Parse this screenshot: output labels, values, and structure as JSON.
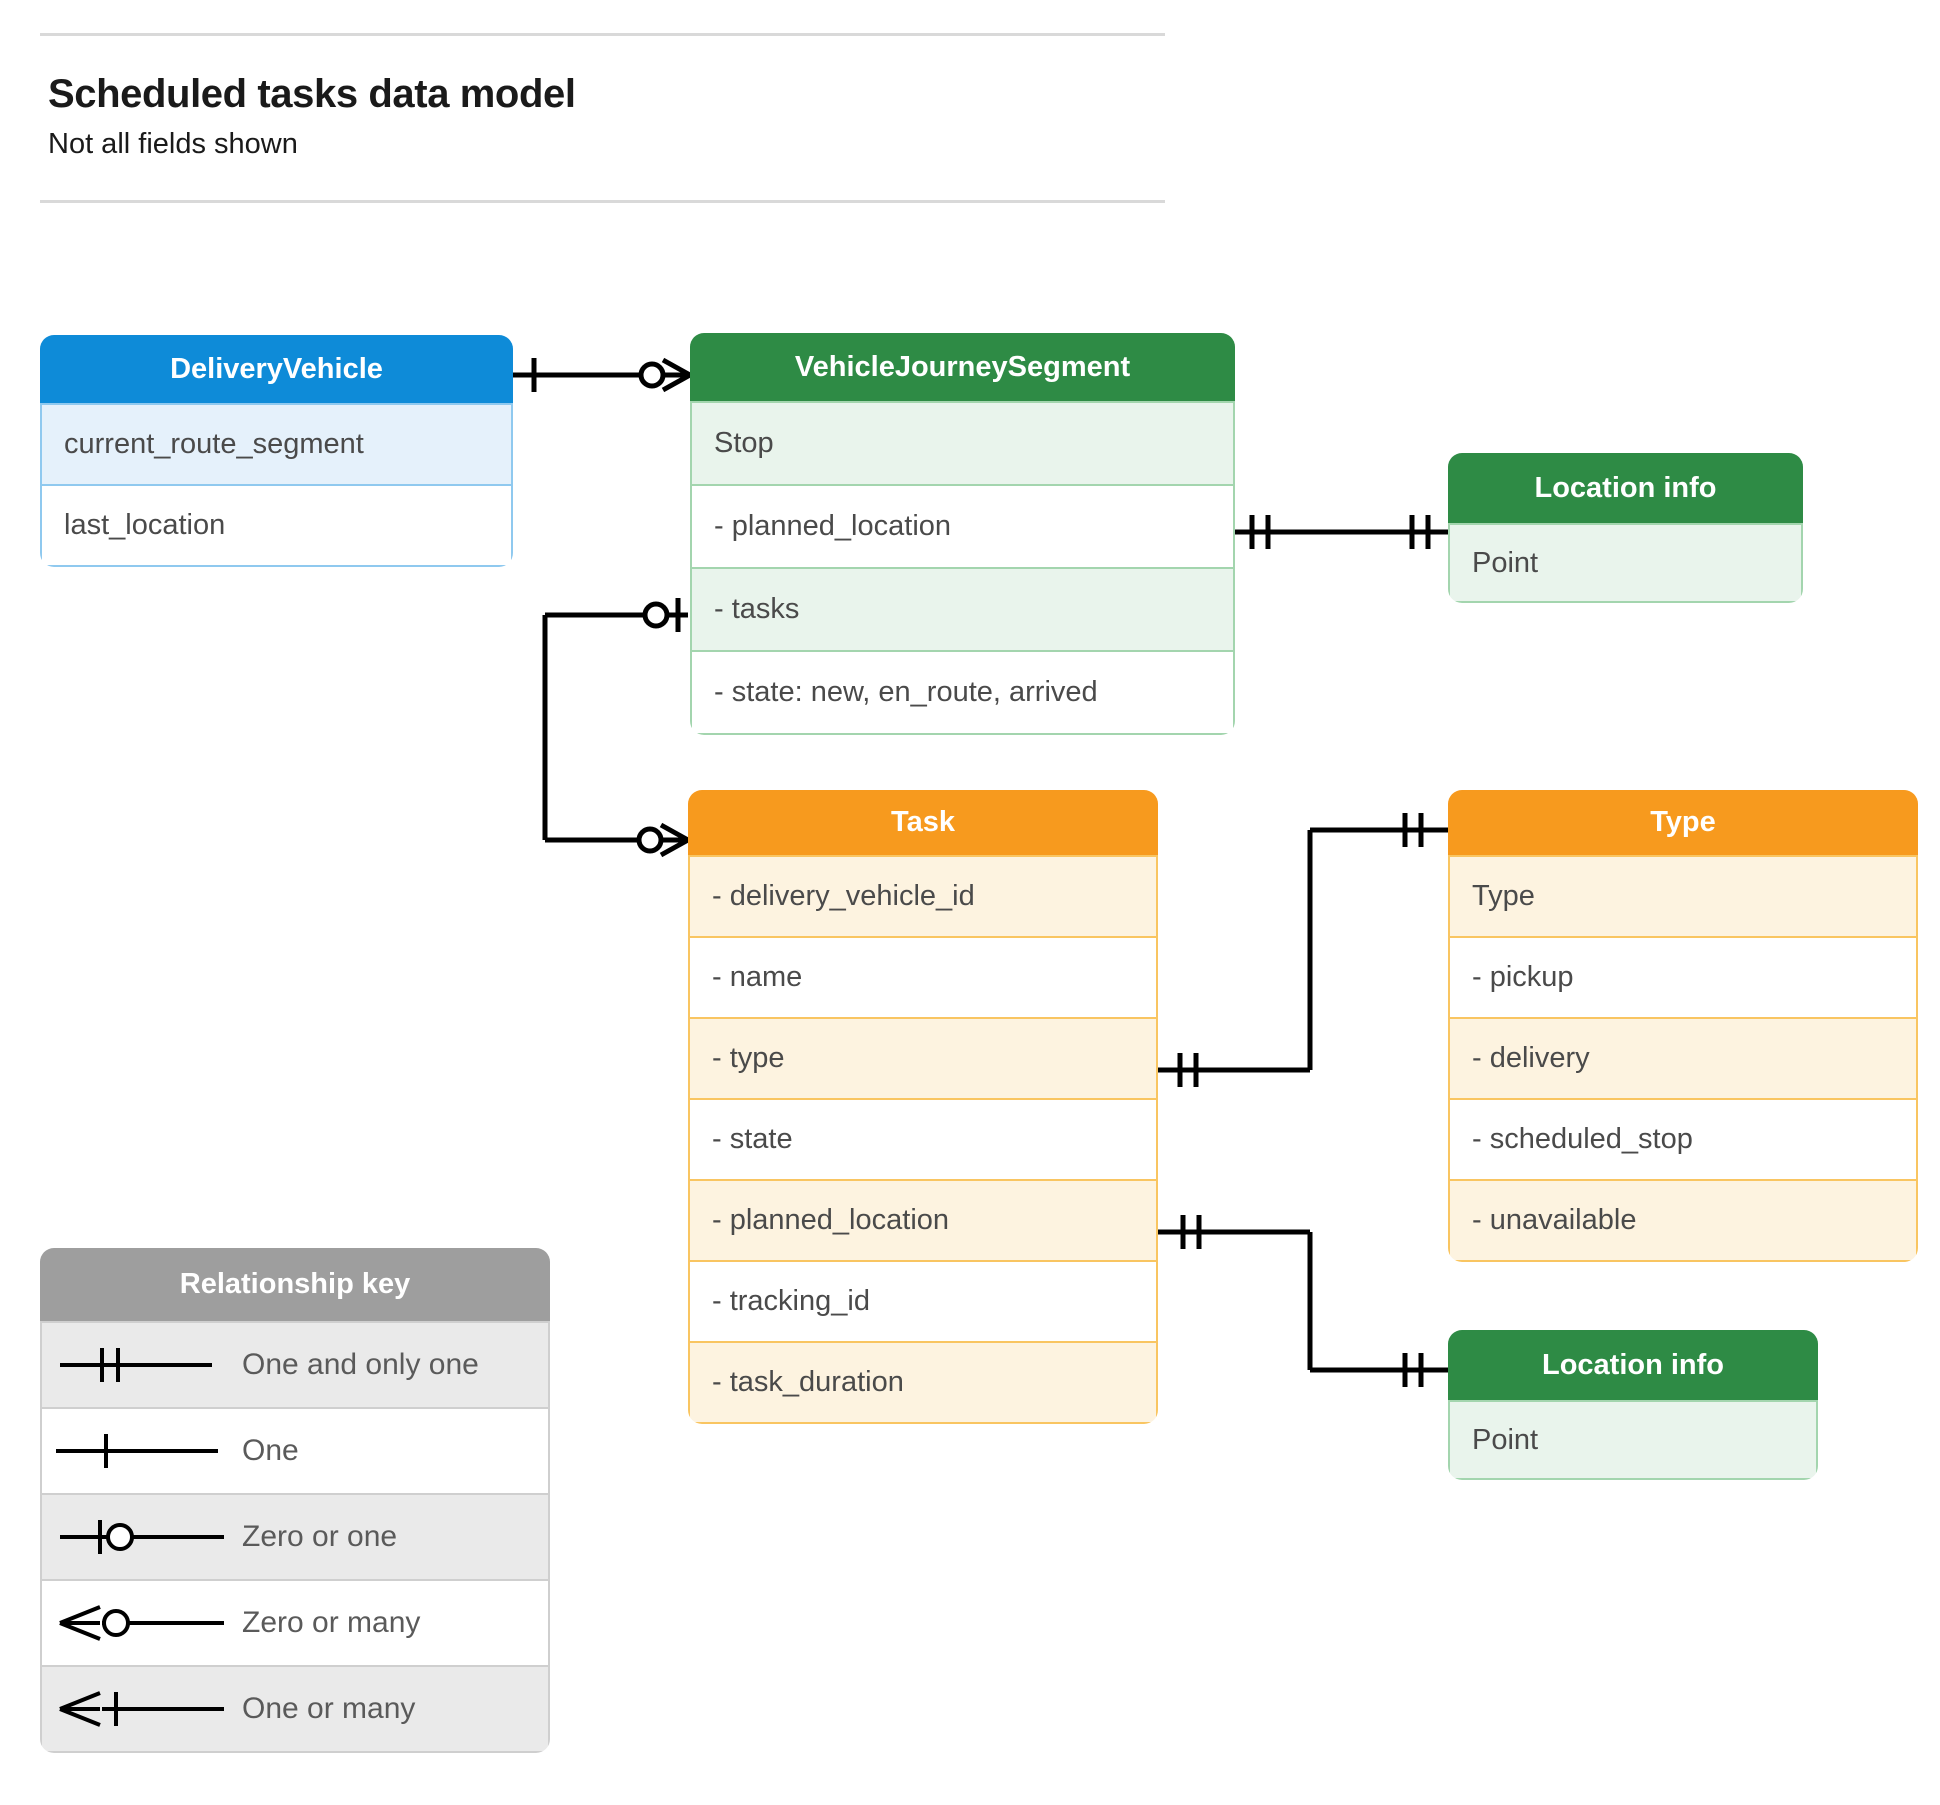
{
  "header": {
    "title": "Scheduled tasks data model",
    "subtitle": "Not all fields shown"
  },
  "colors": {
    "blue_header": "#0e8bd8",
    "blue_row_alt": "#e5f1fb",
    "blue_border": "#8fc9ef",
    "green_header": "#2e8b45",
    "green_row_alt": "#e9f4ec",
    "green_border": "#a3d5ae",
    "orange_header": "#f79a1e",
    "orange_row_alt": "#fdf3e0",
    "orange_border": "#f9c561",
    "gray_header": "#9e9e9e",
    "gray_row_alt": "#eaeaea",
    "line": "#000000",
    "text": "#4a4a4a"
  },
  "entities": {
    "delivery_vehicle": {
      "title": "DeliveryVehicle",
      "rows": [
        "current_route_segment",
        "last_location"
      ]
    },
    "journey_segment": {
      "title": "VehicleJourneySegment",
      "rows": [
        "Stop",
        "-  planned_location",
        "- tasks",
        "- state: new, en_route, arrived"
      ]
    },
    "location_info_1": {
      "title": "Location info",
      "rows": [
        "Point"
      ]
    },
    "task": {
      "title": "Task",
      "rows": [
        "- delivery_vehicle_id",
        "- name",
        "- type",
        "- state",
        "- planned_location",
        "- tracking_id",
        "- task_duration"
      ]
    },
    "type": {
      "title": "Type",
      "rows": [
        "Type",
        "-  pickup",
        "-  delivery",
        "-  scheduled_stop",
        "-  unavailable"
      ]
    },
    "location_info_2": {
      "title": "Location info",
      "rows": [
        "Point"
      ]
    }
  },
  "legend": {
    "title": "Relationship key",
    "items": [
      {
        "label": "One and only one",
        "symbol": "one-and-only-one"
      },
      {
        "label": "One",
        "symbol": "one"
      },
      {
        "label": "Zero or one",
        "symbol": "zero-or-one"
      },
      {
        "label": "Zero or many",
        "symbol": "zero-or-many"
      },
      {
        "label": "One or many",
        "symbol": "one-or-many"
      }
    ]
  },
  "relationships": [
    {
      "from": "delivery_vehicle",
      "to": "journey_segment",
      "from_symbol": "one",
      "to_symbol": "zero-or-many"
    },
    {
      "from": "journey_segment.tasks",
      "to": "task",
      "from_symbol": "zero-or-one",
      "to_symbol": "zero-or-many"
    },
    {
      "from": "journey_segment.planned_location",
      "to": "location_info_1",
      "from_symbol": "one-and-only-one",
      "to_symbol": "one-and-only-one"
    },
    {
      "from": "task.type",
      "to": "type",
      "from_symbol": "one-and-only-one",
      "to_symbol": "one-and-only-one"
    },
    {
      "from": "task.planned_location",
      "to": "location_info_2",
      "from_symbol": "one-and-only-one",
      "to_symbol": "one-and-only-one"
    }
  ]
}
